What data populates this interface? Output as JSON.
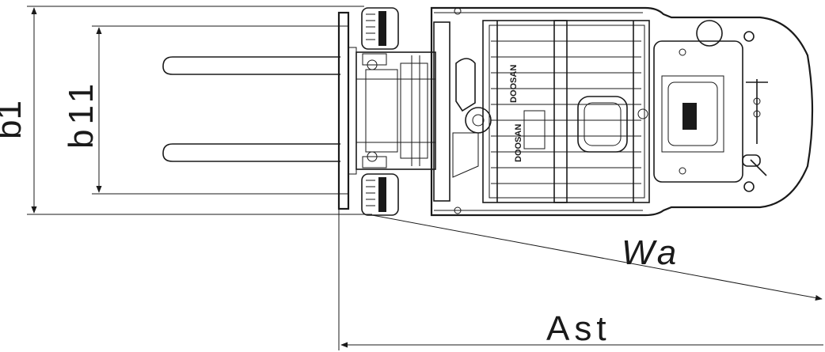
{
  "labels": {
    "overall_width": "b1",
    "inner_width": "b11",
    "diagonal": "Wa",
    "aisle": "Ast"
  },
  "brand_text": "DOOSAN",
  "colors": {
    "ink": "#1a1a1a",
    "background": "#ffffff"
  }
}
